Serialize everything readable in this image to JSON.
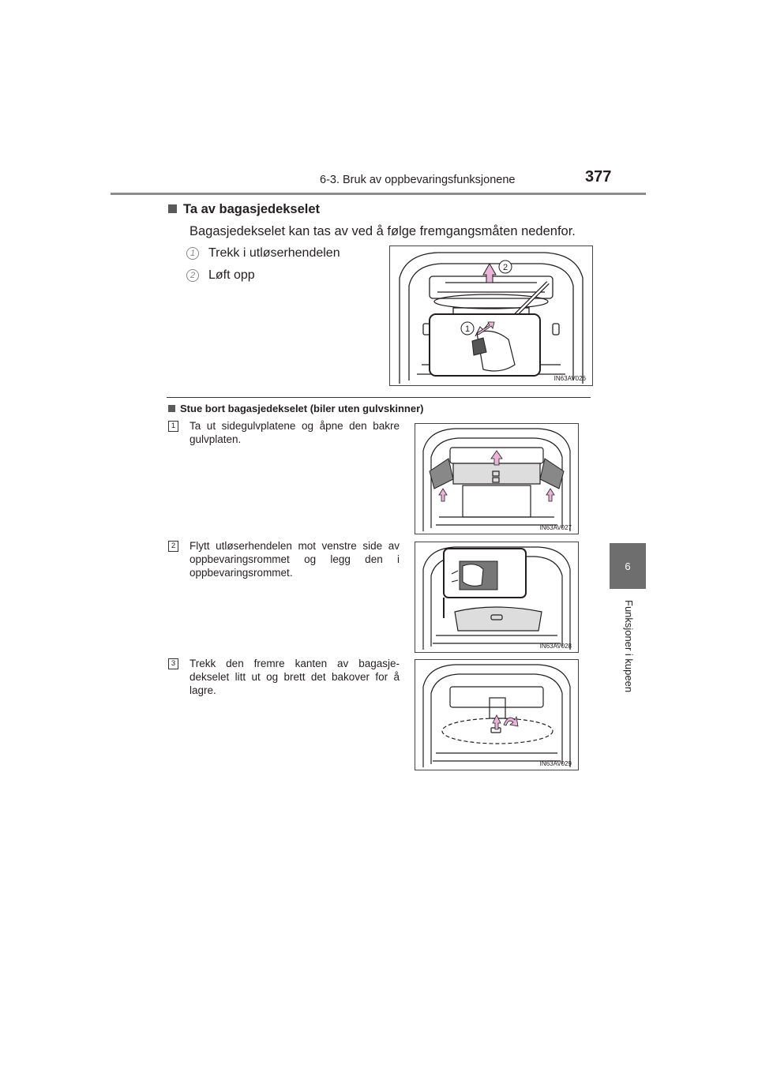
{
  "header": {
    "section": "6-3. Bruk av oppbevaringsfunksjonene",
    "page_number": "377"
  },
  "side_tab": {
    "number": "6",
    "label": "Funksjoner i kupeen"
  },
  "section1": {
    "title": "Ta av bagasjedekselet",
    "intro": "Bagasjedekselet kan tas av ved å følge fremgangsmåten nedenfor.",
    "steps": [
      {
        "num": "1",
        "text": "Trekk i utløserhendelen"
      },
      {
        "num": "2",
        "text": "Løft opp"
      }
    ],
    "figure_code": "IN63AV026",
    "callouts": [
      "1",
      "2"
    ]
  },
  "section2": {
    "title": "Stue bort bagasjedekselet (biler uten gulvskinner)",
    "items": [
      {
        "num": "1",
        "text": "Ta ut sidegulvplatene og åpne den bakre gulvplaten.",
        "figure_code": "IN63AV027"
      },
      {
        "num": "2",
        "text": "Flytt utløserhendelen mot venstre side av oppbevaringsrommet og legg den i oppbevaringsrommet.",
        "figure_code": "IN63AV028"
      },
      {
        "num": "3",
        "text": "Trekk den fremre kanten av bagasje-dekselet litt ut og brett det bakover for å lagre.",
        "figure_code": "IN63AV029"
      }
    ]
  },
  "colors": {
    "arrow_fill": "#e8b4d8",
    "tab_gray": "#6e6e6e",
    "rule_gray": "#8c8c8c"
  }
}
